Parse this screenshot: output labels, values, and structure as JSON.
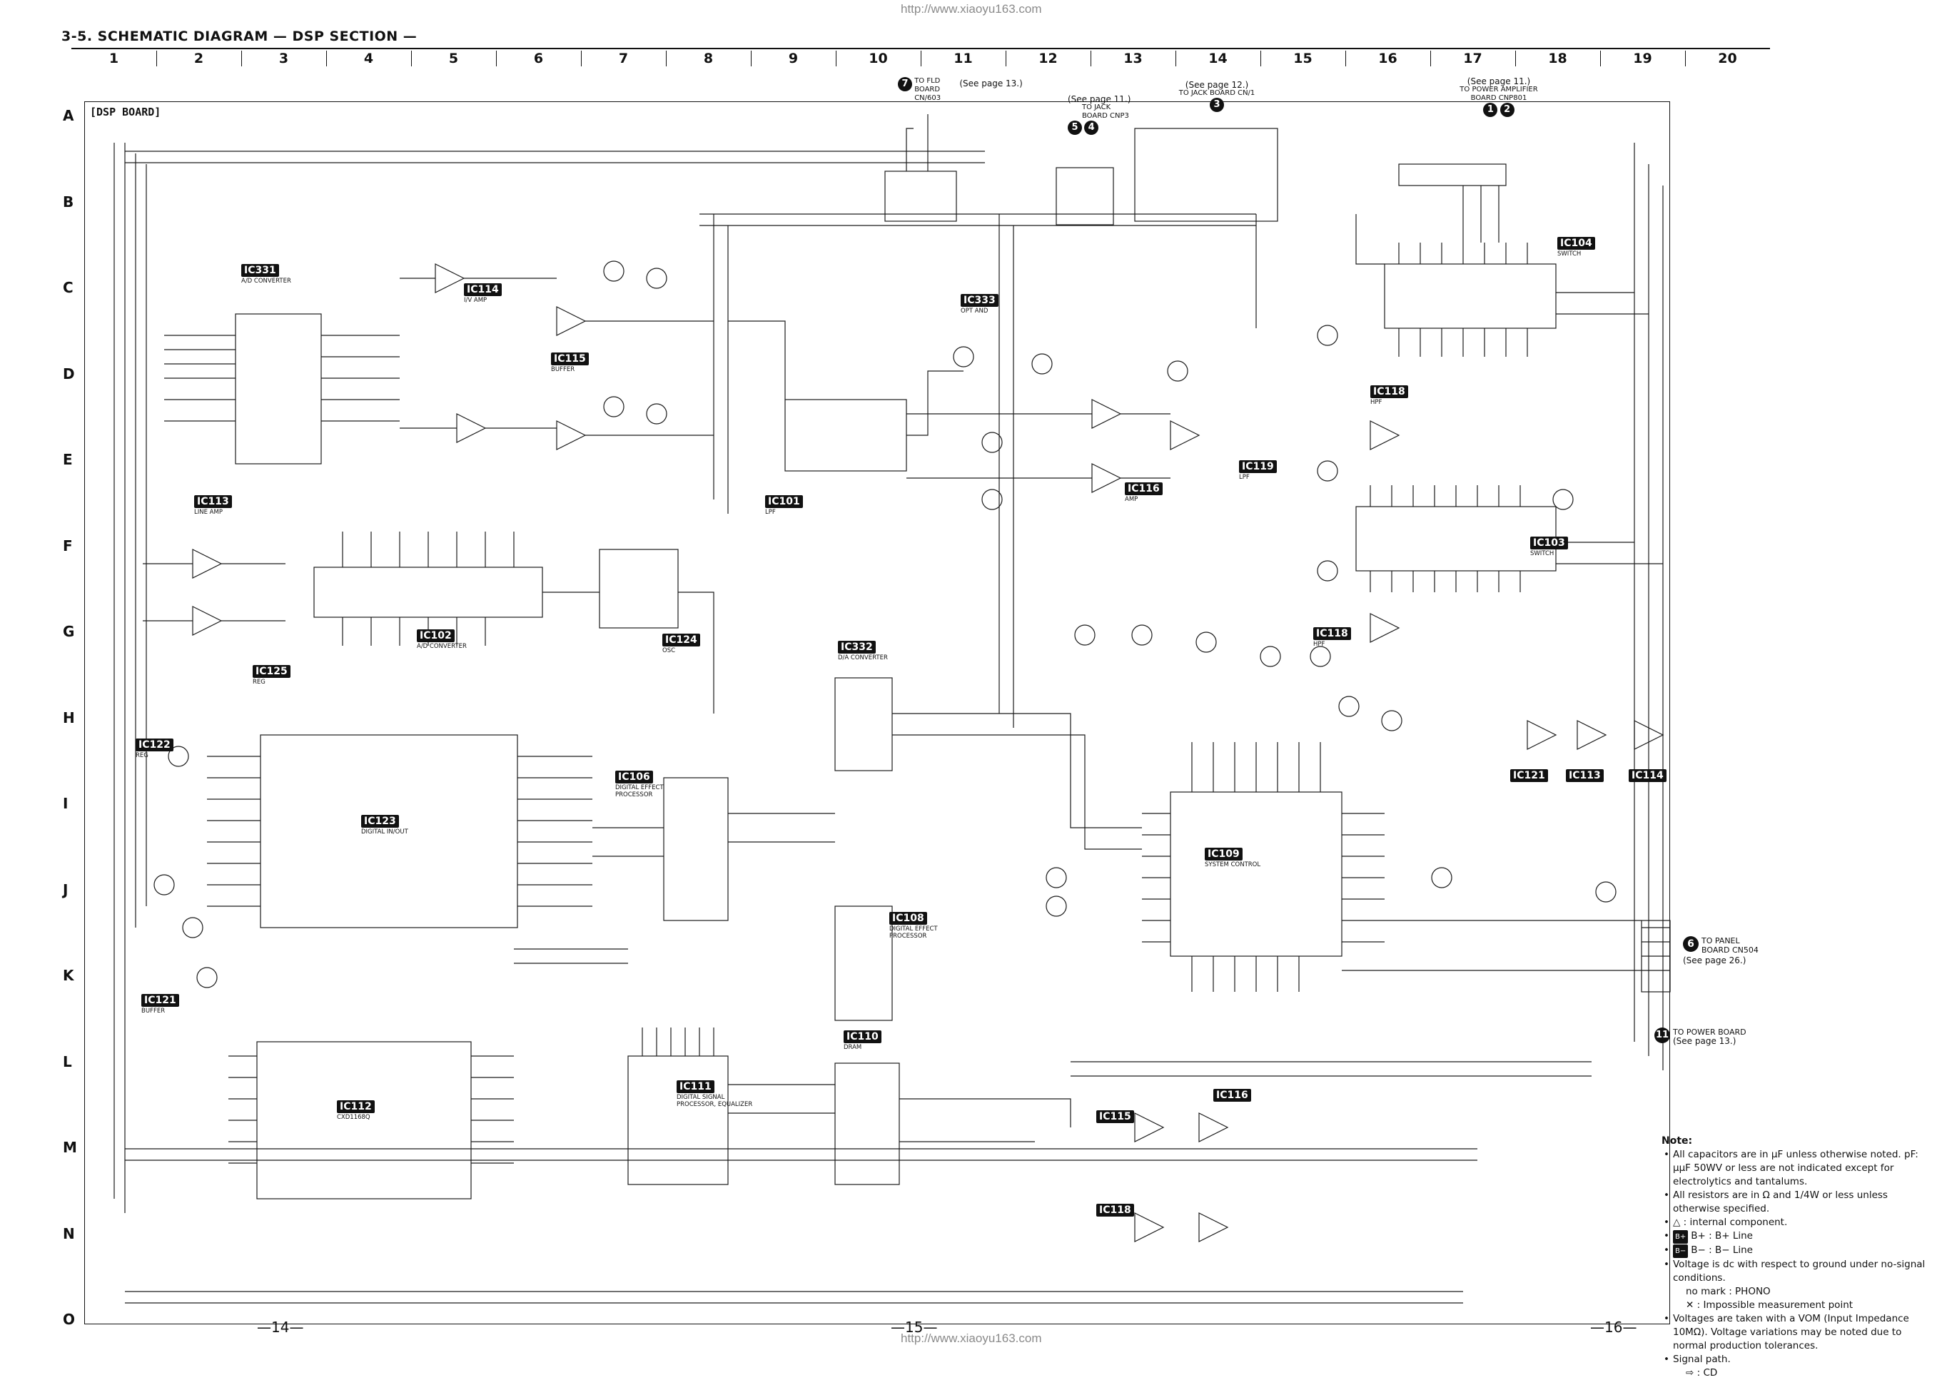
{
  "header": {
    "section_title": "3-5.  SCHEMATIC DIAGRAM  — DSP SECTION —",
    "watermark": "http://www.xiaoyu163.com"
  },
  "grid": {
    "columns": [
      "1",
      "2",
      "3",
      "4",
      "5",
      "6",
      "7",
      "8",
      "9",
      "10",
      "11",
      "12",
      "13",
      "14",
      "15",
      "16",
      "17",
      "18",
      "19",
      "20"
    ],
    "rows": [
      "A",
      "B",
      "C",
      "D",
      "E",
      "F",
      "G",
      "H",
      "I",
      "J",
      "K",
      "L",
      "M",
      "N",
      "O"
    ]
  },
  "board_label": "[DSP BOARD]",
  "ic_labels": [
    {
      "id": "IC331",
      "desc": "A/D CONVERTER"
    },
    {
      "id": "IC114",
      "desc": "I/V AMP"
    },
    {
      "id": "IC115",
      "desc": "BUFFER"
    },
    {
      "id": "IC113",
      "desc": "LINE AMP"
    },
    {
      "id": "IC102",
      "desc": "A/D CONVERTER"
    },
    {
      "id": "IC125",
      "desc": "REG"
    },
    {
      "id": "IC122",
      "desc": "REG"
    },
    {
      "id": "IC123",
      "desc": "DIGITAL IN/OUT"
    },
    {
      "id": "IC121",
      "desc": "BUFFER"
    },
    {
      "id": "IC112",
      "desc": "CXD1168Q"
    },
    {
      "id": "IC124",
      "desc": "OSC"
    },
    {
      "id": "IC106",
      "desc": "DIGITAL EFFECT PROCESSOR"
    },
    {
      "id": "IC332",
      "desc": "D/A CONVERTER"
    },
    {
      "id": "IC108",
      "desc": "DIGITAL EFFECT PROCESSOR"
    },
    {
      "id": "IC111",
      "desc": "DIGITAL SIGNAL PROCESSOR, EQUALIZER"
    },
    {
      "id": "IC110",
      "desc": "DRAM"
    },
    {
      "id": "IC101",
      "desc": "LPF"
    },
    {
      "id": "IC333",
      "desc": "OPT AND"
    },
    {
      "id": "IC116",
      "desc": "AMP"
    },
    {
      "id": "IC119",
      "desc": "LPF"
    },
    {
      "id": "IC109",
      "desc": "SYSTEM CONTROL"
    },
    {
      "id": "IC104",
      "desc": "SWITCH"
    },
    {
      "id": "IC118",
      "desc": "HPF"
    },
    {
      "id": "IC103",
      "desc": "SWITCH"
    },
    {
      "id": "IC118",
      "desc": "HPF"
    },
    {
      "id": "IC121",
      "desc": ""
    },
    {
      "id": "IC113",
      "desc": ""
    },
    {
      "id": "IC114",
      "desc": ""
    },
    {
      "id": "IC115",
      "desc": ""
    },
    {
      "id": "IC116",
      "desc": ""
    },
    {
      "id": "IC118",
      "desc": ""
    }
  ],
  "connectors": {
    "fld": {
      "num": "7",
      "text": "TO FLD BOARD CN/603",
      "page": "(See page 13.)"
    },
    "jack_a": {
      "nums": [
        "5",
        "4"
      ],
      "text": "TO JACK BOARD CNP3",
      "page": "(See page 11.)"
    },
    "jack_b": {
      "num": "3",
      "text": "TO JACK BOARD CN/1",
      "page": "(See page 12.)"
    },
    "power_amp": {
      "nums": [
        "1",
        "2"
      ],
      "text": "TO POWER AMPLIFIER BOARD CNP801",
      "page": "(See page 11.)"
    },
    "panel": {
      "num": "6",
      "text": "TO PANEL BOARD CN504",
      "page": "(See page 26.)"
    },
    "power": {
      "num": "11",
      "text": "TO POWER BOARD",
      "page": "(See page 13.)"
    }
  },
  "notes": {
    "heading": "Note:",
    "items": [
      "All capacitors are in μF unless otherwise noted. pF: μμF 50WV or less are not indicated except for electrolytics and tantalums.",
      "All resistors are in Ω and 1/4W or less unless otherwise specified.",
      "△ : internal component.",
      "B+ : B+ Line",
      "B− : B− Line",
      "Voltage is dc with respect to ground under no-signal conditions.",
      "Voltages are taken with a VOM (Input Impedance 10MΩ). Voltage variations may be noted due to normal production tolerances.",
      "Signal path."
    ],
    "sub_items": {
      "no_mark": "no mark : PHONO",
      "impossible": "✕  : Impossible measurement point",
      "cd": "⇨ : CD"
    }
  },
  "page_numbers": [
    "—14—",
    "—15—",
    "—16—"
  ]
}
